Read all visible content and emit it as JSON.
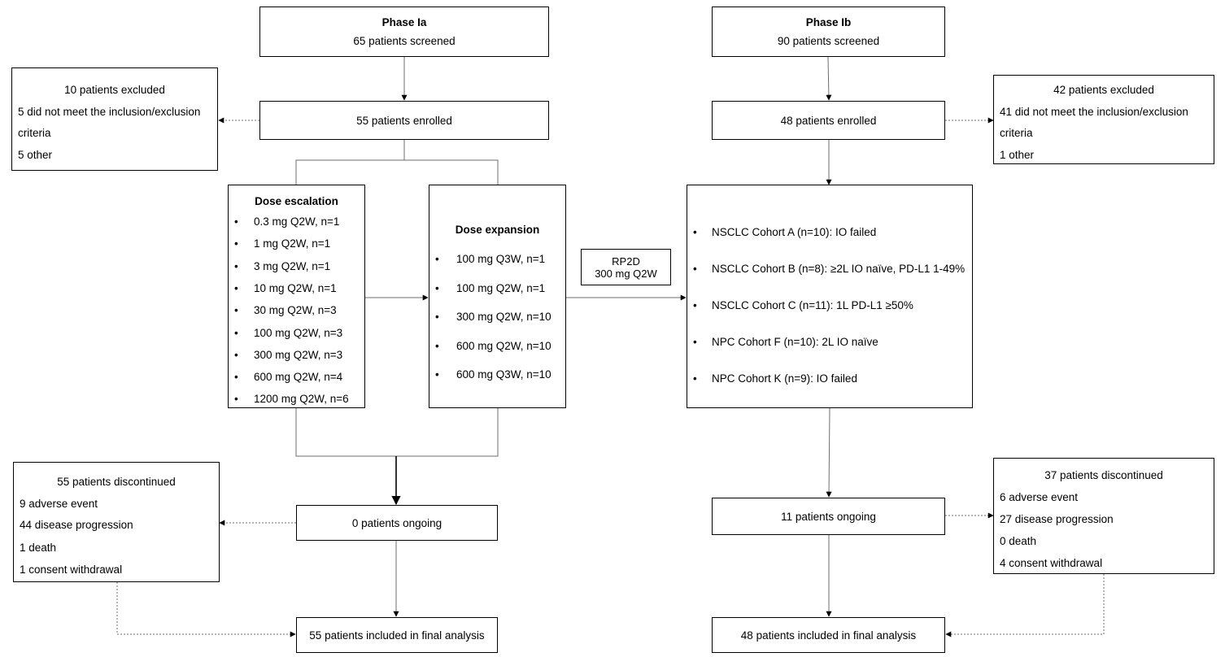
{
  "phase_ia": {
    "title": "Phase Ia",
    "screened": "65 patients screened",
    "enrolled": "55 patients enrolled",
    "excluded": {
      "heading": "10 patients excluded",
      "lines": [
        "5 did not meet the inclusion/exclusion",
        "criteria",
        "5 other"
      ]
    },
    "dose_escalation": {
      "title": "Dose escalation",
      "items": [
        "0.3 mg Q2W, n=1",
        "1 mg Q2W, n=1",
        "3 mg Q2W, n=1",
        "10 mg Q2W, n=1",
        "30 mg Q2W, n=3",
        "100 mg Q2W, n=3",
        "300 mg Q2W, n=3",
        "600 mg Q2W, n=4",
        "1200 mg Q2W, n=6"
      ]
    },
    "dose_expansion": {
      "title": "Dose expansion",
      "items": [
        "100 mg Q3W, n=1",
        "100 mg Q2W, n=1",
        "300 mg Q2W, n=10",
        "600 mg Q2W, n=10",
        "600 mg Q3W, n=10"
      ]
    },
    "discontinued": {
      "heading": "55 patients discontinued",
      "lines": [
        "9 adverse event",
        "44 disease progression",
        "1 death",
        "1 consent withdrawal"
      ]
    },
    "ongoing": "0 patients ongoing",
    "final": "55 patients included in final analysis"
  },
  "rp2d": {
    "line1": "RP2D",
    "line2": "300 mg Q2W"
  },
  "phase_ib": {
    "title": "Phase Ib",
    "screened": "90 patients screened",
    "enrolled": "48 patients enrolled",
    "excluded": {
      "heading": "42 patients excluded",
      "lines": [
        "41 did not meet the inclusion/exclusion",
        "criteria",
        "1 other"
      ]
    },
    "cohorts": [
      "NSCLC Cohort A (n=10): IO failed",
      "NSCLC Cohort B (n=8): ≥2L IO naïve, PD-L1 1-49%",
      "NSCLC Cohort C (n=11): 1L PD-L1 ≥50%",
      "NPC Cohort F (n=10): 2L IO naïve",
      "NPC Cohort K (n=9): IO failed"
    ],
    "discontinued": {
      "heading": "37 patients discontinued",
      "lines": [
        "6 adverse event",
        "27 disease progression",
        "0 death",
        "4 consent withdrawal"
      ]
    },
    "ongoing": "11 patients ongoing",
    "final": "48 patients included in final analysis"
  },
  "bullet_symbol": "•",
  "colors": {
    "line": "#6e6e6e",
    "border": "#000000"
  }
}
